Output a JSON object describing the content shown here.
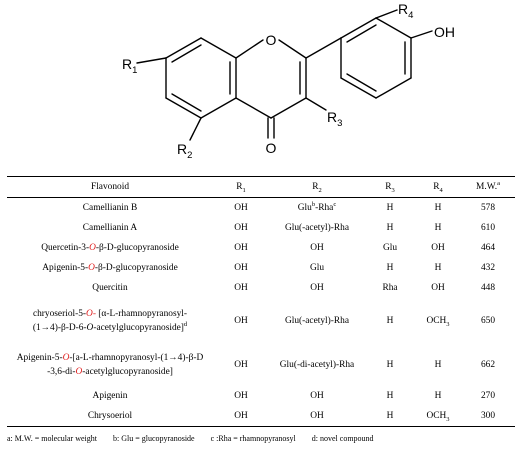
{
  "structure": {
    "labels": {
      "r1": "R",
      "r1_sub": "1",
      "r2": "R",
      "r2_sub": "2",
      "r3": "R",
      "r3_sub": "3",
      "r4": "R",
      "r4_sub": "4",
      "ring_o": "O",
      "carbonyl_o": "O",
      "oh": "OH"
    }
  },
  "table": {
    "headers": {
      "flavonoid": "Flavonoid",
      "r1": "R",
      "r1_sub": "1",
      "r2": "R",
      "r2_sub": "2",
      "r3": "R",
      "r3_sub": "3",
      "r4": "R",
      "r4_sub": "4",
      "mw": "M.W.",
      "mw_sup": "a"
    },
    "rows": [
      {
        "name": "Camellianin B",
        "r1": "OH",
        "r2_a": "Glu",
        "r2_a_sup": "b",
        "r2_b": "-Rha",
        "r2_b_sup": "c",
        "r3": "H",
        "r4": "H",
        "mw": "578"
      },
      {
        "name": "Camellianin A",
        "r1": "OH",
        "r2": "Glu(-acetyl)-Rha",
        "r3": "H",
        "r4": "H",
        "mw": "610"
      },
      {
        "name_a": "Quercetin-3-",
        "name_o": "O",
        "name_b": "-β-D-glucopyranoside",
        "r1": "OH",
        "r2": "OH",
        "r3": "Glu",
        "r4": "OH",
        "mw": "464"
      },
      {
        "name_a": "Apigenin-5-",
        "name_o": "O",
        "name_b": "-β-D-glucopyranoside",
        "r1": "OH",
        "r2": "Glu",
        "r3": "H",
        "r4": "H",
        "mw": "432"
      },
      {
        "name": "Quercitin",
        "r1": "OH",
        "r2": "OH",
        "r3": "Rha",
        "r4": "OH",
        "mw": "448"
      },
      {
        "line1_a": "chryoseriol-5-",
        "line1_o": "O-",
        "line1_b": " [α-L-rhamnopyranosyl-",
        "line2_a": "(1→4)-β-D-6-",
        "line2_o": "O",
        "line2_b": "-acetylglucopyranoside]",
        "line2_sup": "d",
        "r1": "OH",
        "r2": "Glu(-acetyl)-Rha",
        "r3": "H",
        "r4": "OCH",
        "r4_sub": "3",
        "mw": "650"
      },
      {
        "line1_a": "Apigenin-5-",
        "line1_o": "O",
        "line1_b": "-[a-L-rhamnopyranosyl-(1→4)-β-D",
        "line2_a": "-3,6-di-",
        "line2_o": "O",
        "line2_b": "-acetylglucopyranoside]",
        "r1": "OH",
        "r2": "Glu(-di-acetyl)-Rha",
        "r3": "H",
        "r4": "H",
        "mw": "662"
      },
      {
        "name": "Apigenin",
        "r1": "OH",
        "r2": "OH",
        "r3": "H",
        "r4": "H",
        "mw": "270"
      },
      {
        "name": "Chrysoeriol",
        "r1": "OH",
        "r2": "OH",
        "r3": "H",
        "r4": "OCH",
        "r4_sub": "3",
        "mw": "300"
      }
    ]
  },
  "footnotes": {
    "a": "a: M.W. = molecular weight",
    "b": "b: Glu = glucopyranoside",
    "c": "c :Rha = rhamnopyranosyl",
    "d": "d: novel  compound"
  },
  "colors": {
    "highlight": "#e02020"
  }
}
